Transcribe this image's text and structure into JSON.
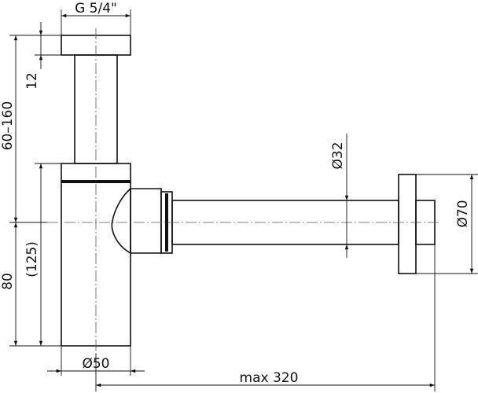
{
  "dimensions": {
    "thread": "G 5/4\"",
    "flange_height": "12",
    "height_range": "60–160",
    "bottle_height": "80",
    "bottle_height_ref": "(125)",
    "body_diameter": "Ø50",
    "outlet_diameter": "Ø32",
    "wall_flange_diameter": "Ø70",
    "max_length": "max 320"
  }
}
